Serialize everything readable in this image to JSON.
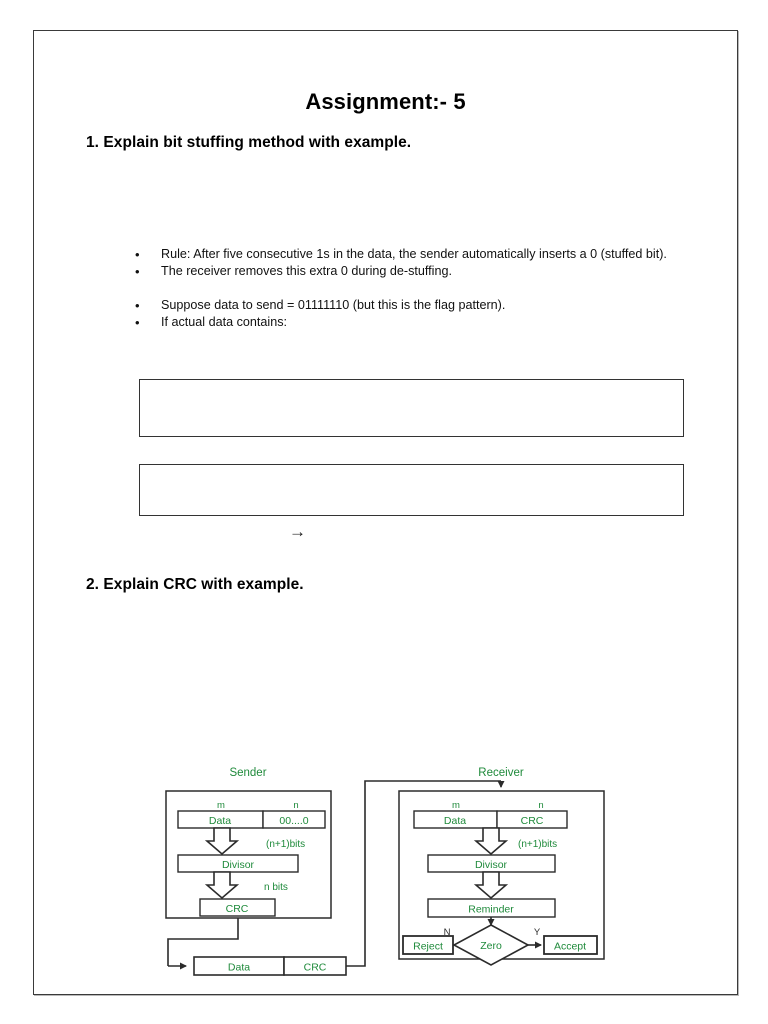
{
  "document": {
    "title": "Assignment:- 5"
  },
  "questions": [
    {
      "id": "q1",
      "heading": "1. Explain bit stuffing method with example."
    },
    {
      "id": "q2",
      "heading": "2. Explain CRC with example."
    }
  ],
  "bullets": [
    "Rule: After five consecutive 1s in the data, the sender automatically inserts a 0 (stuffed bit).",
    "The receiver removes this extra 0 during de-stuffing.",
    "Suppose data to send = 01111110 (but this is the flag pattern).",
    "If actual data contains:"
  ],
  "bullet_marker": "•",
  "answer_boxes": [
    {
      "name": "answer-box-1",
      "value": ""
    },
    {
      "name": "answer-box-2",
      "value": ""
    }
  ],
  "arrow_glyph": "→",
  "colors": {
    "diagram_text_green": "#1f8a3b",
    "diagram_line": "#2b2b2b",
    "page_border": "#3a3a3a",
    "body_text": "#111111"
  },
  "chart_data": {
    "type": "diagram",
    "title": "CRC sender and receiver block diagram",
    "sides": [
      {
        "name": "sender",
        "label": "Sender",
        "top_cells": [
          {
            "header": "m",
            "text": "Data"
          },
          {
            "header": "n",
            "text": "00....0"
          }
        ],
        "blocks": [
          {
            "text": "Divisor",
            "side_label": "(n+1)bits"
          },
          {
            "text": "CRC",
            "side_label": "n bits"
          }
        ]
      },
      {
        "name": "receiver",
        "label": "Receiver",
        "top_cells": [
          {
            "header": "m",
            "text": "Data"
          },
          {
            "header": "n",
            "text": "CRC"
          }
        ],
        "blocks": [
          {
            "text": "Divisor",
            "side_label": "(n+1)bits"
          },
          {
            "text": "Reminder",
            "side_label": ""
          }
        ],
        "decision": {
          "text": "Zero",
          "no_label": "N",
          "yes_label": "Y",
          "no_target": "Reject",
          "yes_target": "Accept"
        }
      }
    ],
    "transmission_frame": [
      {
        "text": "Data"
      },
      {
        "text": "CRC"
      }
    ]
  }
}
